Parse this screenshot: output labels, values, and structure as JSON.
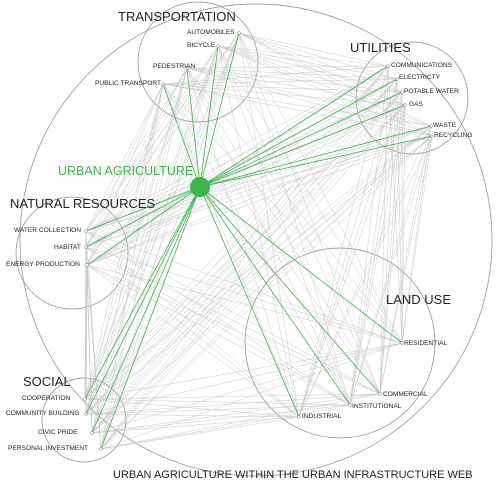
{
  "caption": "URBAN AGRICULTURE WITHIN THE URBAN INFRASTRUCTURE WEB",
  "center": {
    "label": "URBAN AGRICULTURE",
    "color": "#3ab54a"
  },
  "colors": {
    "green_edge": "#3ab54a",
    "gray_edge": "#c4c4c4",
    "circle": "#8a8a8a",
    "node": "#ffffff"
  },
  "clusters": {
    "transportation": {
      "title": "TRANSPORTATION",
      "nodes": [
        "AUTOMOBILES",
        "BICYCLE",
        "PEDESTRIAN",
        "PUBLIC TRANSPORT"
      ]
    },
    "utilities": {
      "title": "UTILITIES",
      "nodes": [
        "COMMUNICATIONS",
        "ELECTRICTY",
        "POTABLE WATER",
        "GAS",
        "WASTE",
        "RECYCLING"
      ]
    },
    "natural_resources": {
      "title": "NATURAL RESOURCES",
      "nodes": [
        "WATER COLLECTION",
        "HABITAT",
        "ENERGY PRODUCTION"
      ]
    },
    "land_use": {
      "title": "LAND USE",
      "nodes": [
        "RESIDENTIAL",
        "COMMERCIAL",
        "INSTITUTIONAL",
        "INDUSTRIAL"
      ]
    },
    "social": {
      "title": "SOCIAL",
      "nodes": [
        "COOPERATION",
        "COMMUNITY BUILDING",
        "CIVIC PRIDE",
        "PERSONAL INVESTMENT"
      ]
    }
  }
}
